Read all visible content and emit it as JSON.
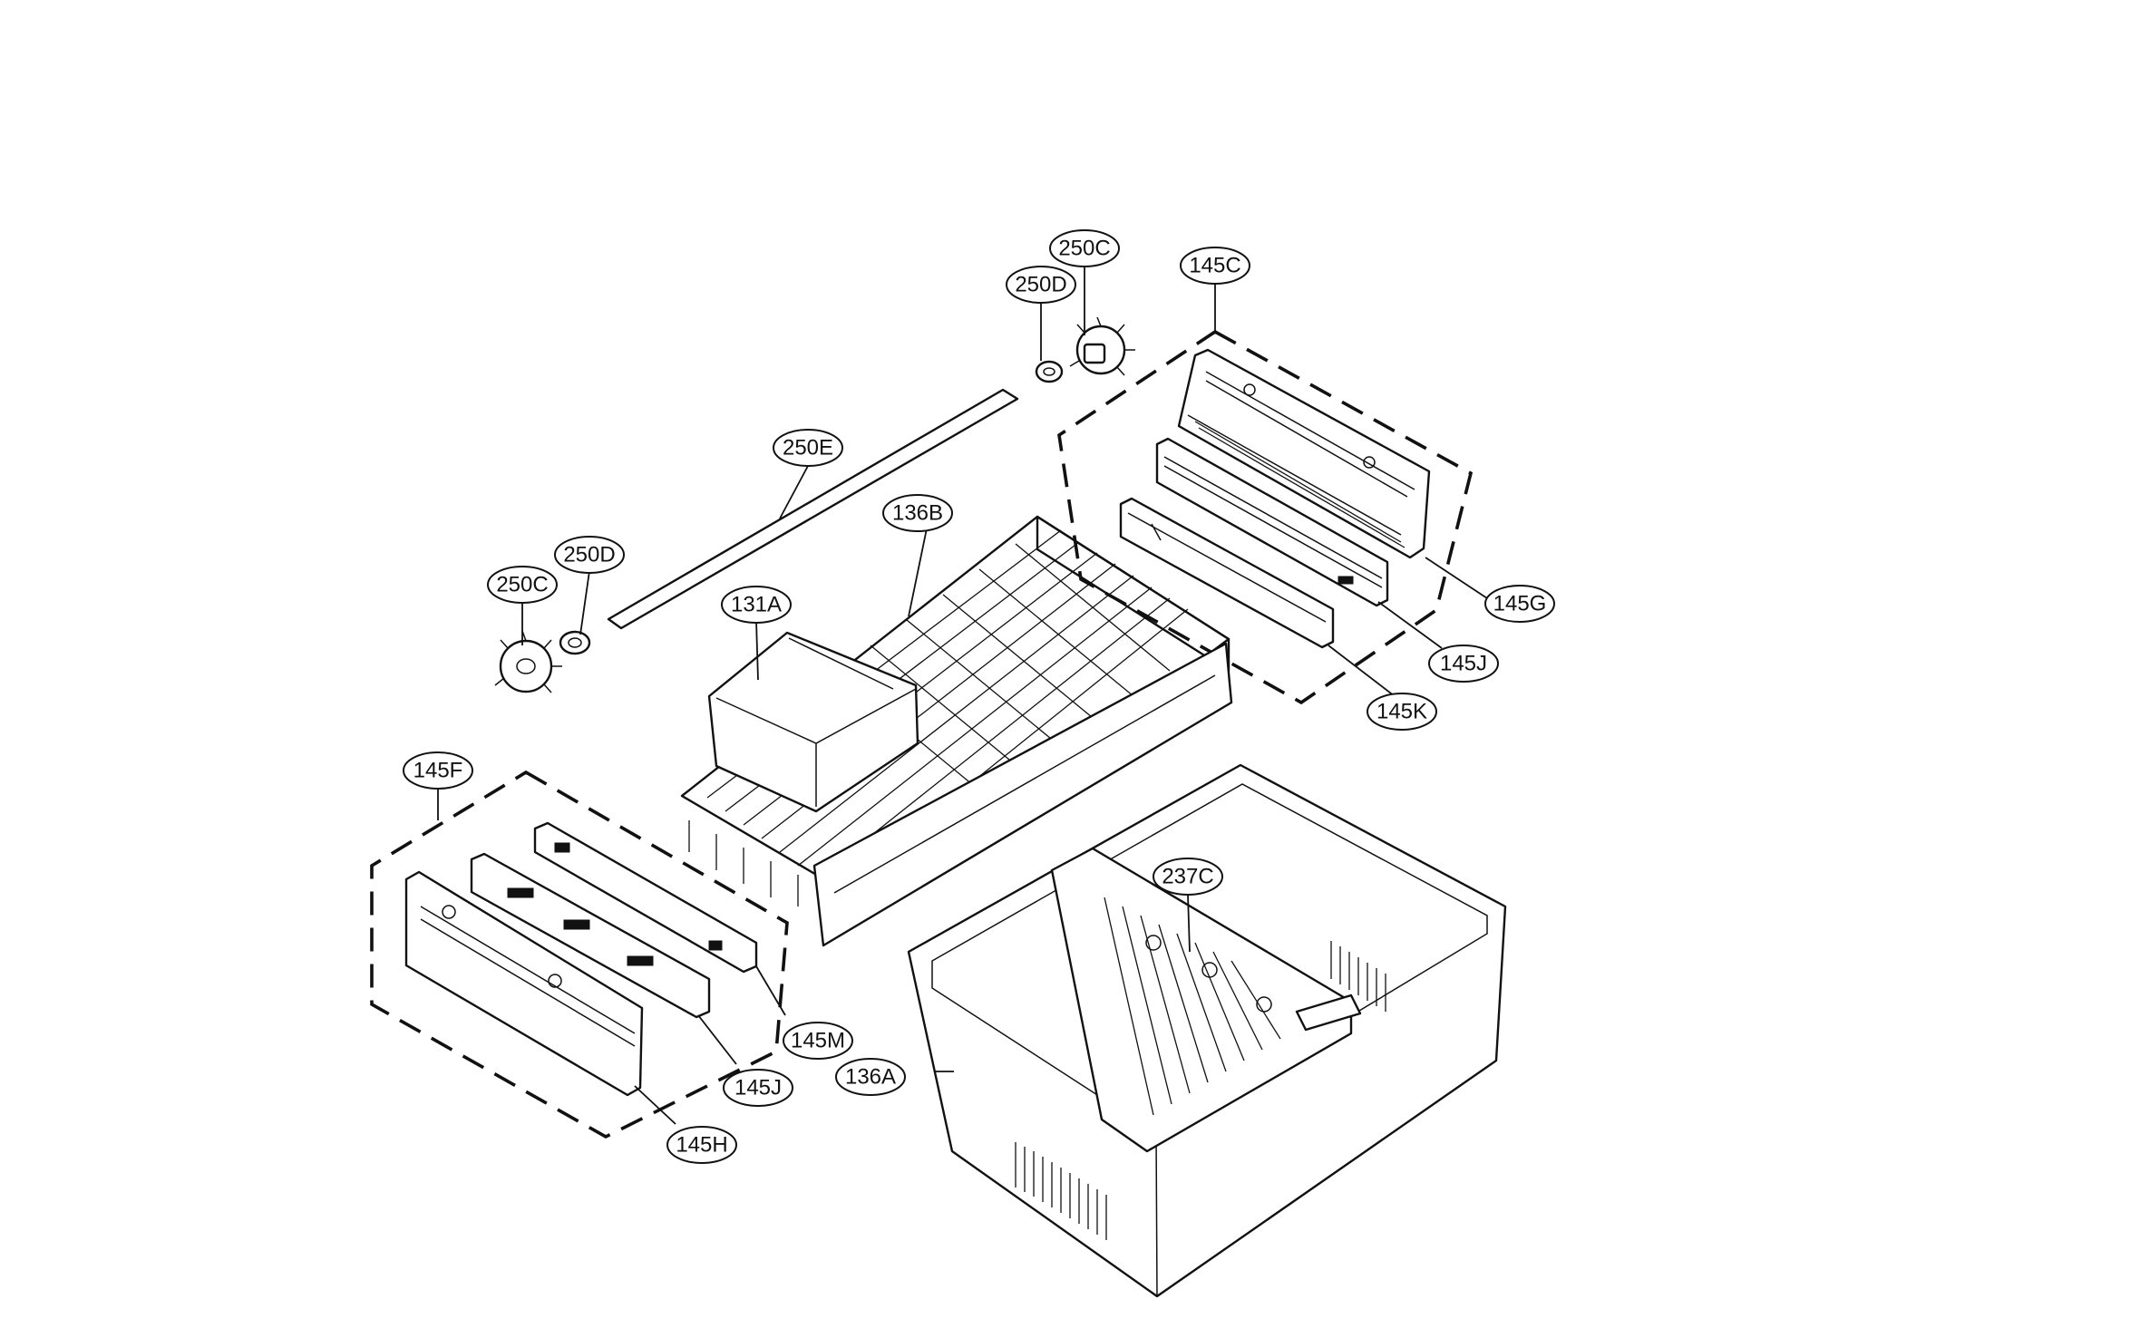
{
  "callouts": {
    "c250C_top": "250C",
    "c250D_top": "250D",
    "c145C": "145C",
    "c250E": "250E",
    "c136B": "136B",
    "c250D_left": "250D",
    "c250C_left": "250C",
    "c131A": "131A",
    "c145G": "145G",
    "c145J_right": "145J",
    "c145K": "145K",
    "c145F": "145F",
    "c237C": "237C",
    "c145M": "145M",
    "c136A": "136A",
    "c145J_left": "145J",
    "c145H": "145H"
  }
}
